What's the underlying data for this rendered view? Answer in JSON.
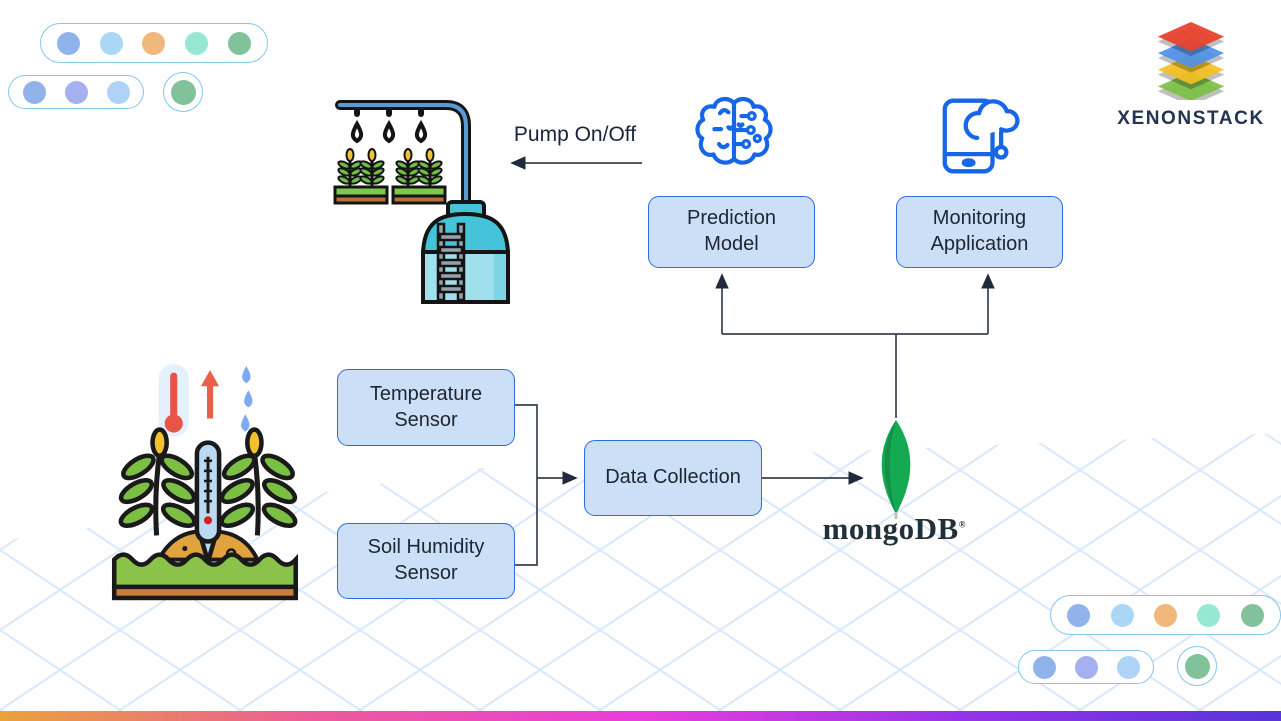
{
  "header": {
    "brand": "XENONSTACK"
  },
  "diagram": {
    "pump_label": "Pump On/Off",
    "nodes": {
      "prediction_model": "Prediction\nModel",
      "monitoring_application": "Monitoring\nApplication",
      "temperature_sensor": "Temperature\nSensor",
      "soil_humidity_sensor": "Soil Humidity\nSensor",
      "data_collection": "Data Collection"
    },
    "database": {
      "name": "mongoDB",
      "registered_mark": "®"
    }
  },
  "icons": {
    "ai-brain-icon": "circuit-brain outline",
    "monitoring-app-icon": "smartphone with cloud",
    "irrigation-pump-icon": "water tank with sprinkler pipe and crops",
    "field-sensor-icon": "plants with thermometer, heat arrow and water drops",
    "mongodb-leaf-icon": "green leaf",
    "xenonstack-logo-icon": "stacked colored layers"
  },
  "colors": {
    "node_fill": "#cbdff7",
    "node_border": "#2e6be0",
    "node_text": "#1d2633",
    "connector": "#39424f",
    "arrowhead": "#1f2b3d",
    "icon_blue": "#1766e8",
    "lattice_line": "#d9e8fb",
    "mongo_leaf": "#13aa52",
    "mongo_leaf_shade": "#168d49",
    "mongo_text": "#21313c"
  },
  "logos": {
    "xenonstack_layer_colors": [
      "#e8432e",
      "#4f93e8",
      "#f5c022",
      "#7bc043"
    ]
  },
  "decor": {
    "pill_border": "#85c6f1",
    "dots5": [
      "#8fb3ea",
      "#a9d7f5",
      "#f0b87c",
      "#96e8d2",
      "#82c29a"
    ],
    "dots3": [
      "#8fb3ea",
      "#a4b0ef",
      "#aed3f6"
    ],
    "single_dot": "#82c29a",
    "bottom_bar_colors": [
      "#e9a23b",
      "#ec5a9a",
      "#e93ddc",
      "#9a32e8",
      "#5634d6"
    ]
  }
}
